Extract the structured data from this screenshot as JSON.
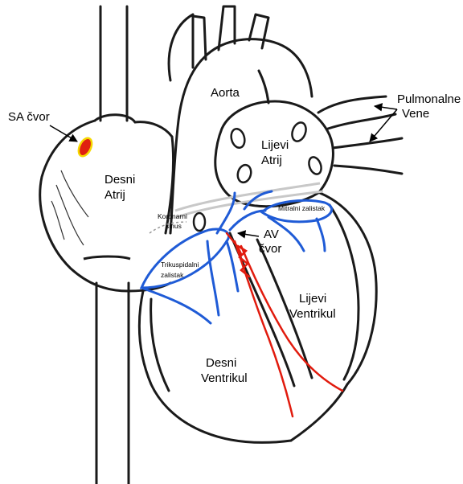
{
  "labels": {
    "sa_node": "SA čvor",
    "aorta": "Aorta",
    "pulmonary_veins_line1": "Pulmonalne",
    "pulmonary_veins_line2": "Vene",
    "left_atrium_line1": "Lijevi",
    "left_atrium_line2": "Atrij",
    "right_atrium_line1": "Desni",
    "right_atrium_line2": "Atrij",
    "coronary_sinus_line1": "Koronarni",
    "coronary_sinus_line2": "sinus",
    "mitral_valve": "Mitralni zalistak",
    "av_node_line1": "AV",
    "av_node_line2": "čvor",
    "tricuspid_valve_line1": "Trikuspidalni",
    "tricuspid_valve_line2": "zalistak",
    "left_ventricle_line1": "Lijevi",
    "left_ventricle_line2": "Ventrikul",
    "right_ventricle_line1": "Desni",
    "right_ventricle_line2": "Ventrikul"
  },
  "colors": {
    "outline": "#1a1a1a",
    "conduction_blue": "#1f5bd6",
    "purkinje_red": "#e11b0e",
    "sa_node_fill": "#e02010",
    "sa_node_ring": "#f5d800",
    "valve_ring_gray": "#c8c8c8"
  }
}
